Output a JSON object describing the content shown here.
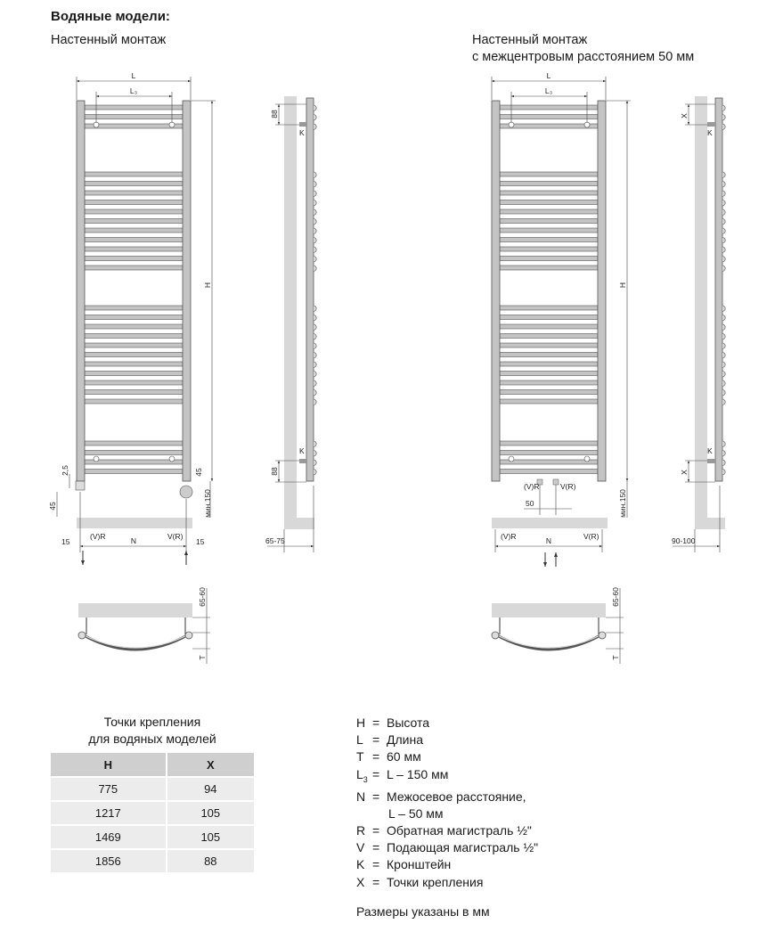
{
  "heading": "Водяные модели:",
  "left_subtitle": "Настенный монтаж",
  "right_subtitle_1": "Настенный монтаж",
  "right_subtitle_2": "с межцентровым расстоянием 50 мм",
  "dims": {
    "L": "L",
    "L3": "L₃",
    "H": "H",
    "T": "T",
    "K": "K",
    "X": "X",
    "N": "N",
    "VR_left": "(V)R",
    "VR_right": "V(R)",
    "d88": "88",
    "d2_5": "2,5",
    "d45": "45",
    "d15": "15",
    "d65_75": "65-75",
    "d90_100": "90-100",
    "d65_60": "65-60",
    "d50": "50",
    "min150": "мин.150"
  },
  "table": {
    "caption_1": "Точки крепления",
    "caption_2": "для водяных моделей",
    "headers": [
      "H",
      "X"
    ],
    "rows": [
      [
        "775",
        "94"
      ],
      [
        "1217",
        "105"
      ],
      [
        "1469",
        "105"
      ],
      [
        "1856",
        "88"
      ]
    ]
  },
  "legend": [
    {
      "key": "H",
      "text": "Высота"
    },
    {
      "key": "L",
      "text": "Длина"
    },
    {
      "key": "T",
      "text": "60 мм"
    },
    {
      "key": "L3",
      "text": "L – 150 мм"
    },
    {
      "key": "N",
      "text": "Межосевое расстояние,"
    },
    {
      "key": "",
      "text": "L – 50 мм",
      "cont": true
    },
    {
      "key": "R",
      "text": "Обратная магистраль ½\""
    },
    {
      "key": "V",
      "text": "Подающая магистраль ½\""
    },
    {
      "key": "K",
      "text": "Кронштейн"
    },
    {
      "key": "X",
      "text": "Точки крепления"
    }
  ],
  "note": "Размеры указаны в мм"
}
